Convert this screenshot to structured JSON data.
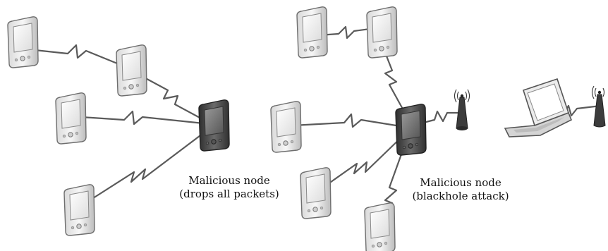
{
  "captions": {
    "left": {
      "line1": "Malicious node",
      "line2": "(drops all packets)"
    },
    "right": {
      "line1": "Malicious node",
      "line2": "(blackhole attack)"
    }
  },
  "icons": {
    "node": "pda-icon",
    "malicious_node": "malicious-pda-icon",
    "access_point": "antenna-tower-icon",
    "laptop": "laptop-icon"
  },
  "colors": {
    "node_body": "#f2f2f2",
    "node_outline": "#777777",
    "malicious_body": "#4a4a4a",
    "link": "#555555"
  }
}
